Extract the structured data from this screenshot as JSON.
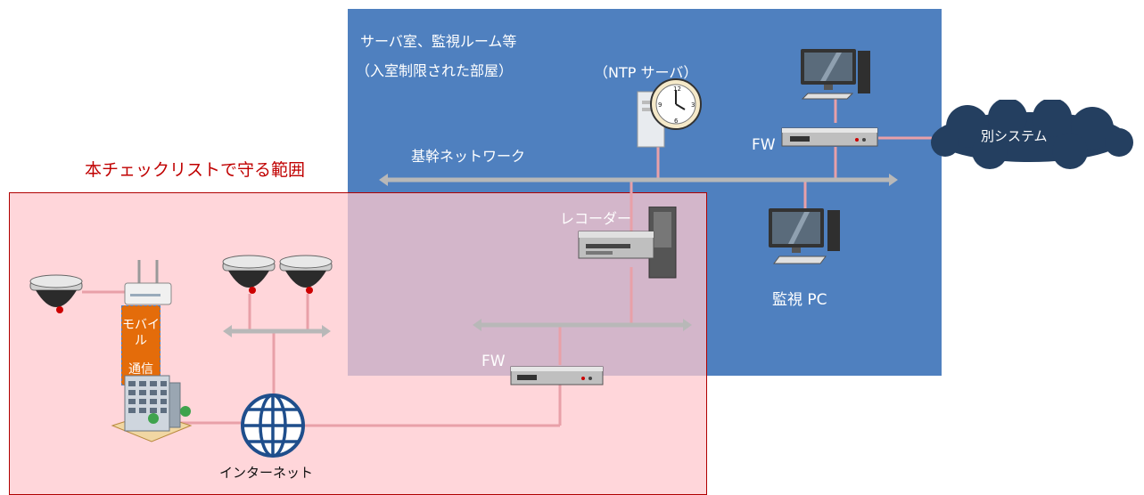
{
  "scope": {
    "title": "本チェックリストで守る範囲"
  },
  "server_room": {
    "title": "サーバ室、監視ルーム等",
    "subtitle": "（入室制限された部屋）"
  },
  "labels": {
    "ntp": "（NTP サーバ）",
    "backbone": "基幹ネットワーク",
    "fw_top": "FW",
    "fw_bottom": "FW",
    "other_system": "別システム",
    "recorder": "レコーダー",
    "monitor_pc": "監視 PC",
    "mobile_line1": "モバイル",
    "mobile_line2": "通信",
    "internet": "インターネット"
  },
  "colors": {
    "server_room": "#4f80bf",
    "scope_fill": "#ffc8cd",
    "scope_border": "#b00000",
    "link": "#e8a0a8",
    "bus": "#b8b8b8",
    "cloud": "#243f60",
    "mobile": "#e46c0a"
  },
  "icons": [
    "camera-icon",
    "router-icon",
    "building-icon",
    "globe-icon",
    "firewall-icon",
    "recorder-icon",
    "server-icon",
    "clock-icon",
    "pc-icon",
    "cloud-icon"
  ]
}
